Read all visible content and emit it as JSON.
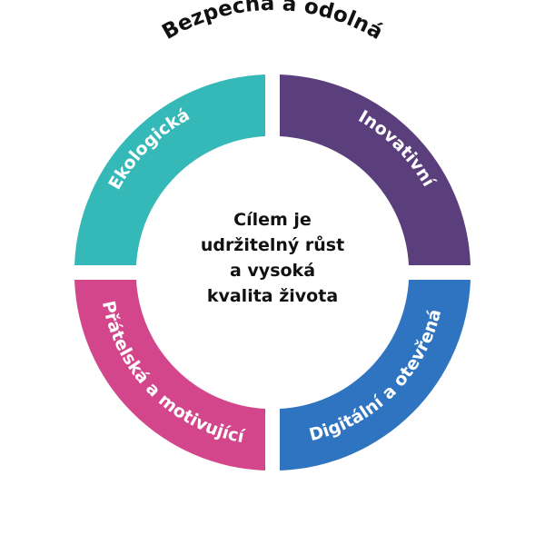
{
  "title": "Bezpečná a odolná",
  "center": {
    "lines": [
      "Cílem je",
      "udržitelný růst",
      "a vysoká",
      "kvalita života"
    ]
  },
  "segments": {
    "top_left": {
      "label": "Ekologická",
      "color": "#35B8B8"
    },
    "top_right": {
      "label": "Inovativní",
      "color": "#5B3F7D"
    },
    "bottom_left": {
      "label": "Přátelská a motivující",
      "color": "#D3468B"
    },
    "bottom_right": {
      "label": "Digitální a otevřená",
      "color": "#2E74C1"
    }
  }
}
